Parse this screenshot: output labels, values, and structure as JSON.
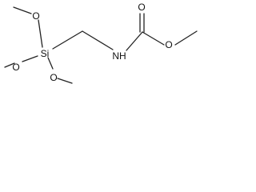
{
  "molecule": {
    "atoms": {
      "carbonyl_oxygen": "O",
      "ester_oxygen": "O",
      "nitrogen": "NH",
      "silicon": "Si",
      "silyl_oxygen_top": "O",
      "silyl_oxygen_left": "O",
      "silyl_oxygen_bottom": "O"
    }
  }
}
